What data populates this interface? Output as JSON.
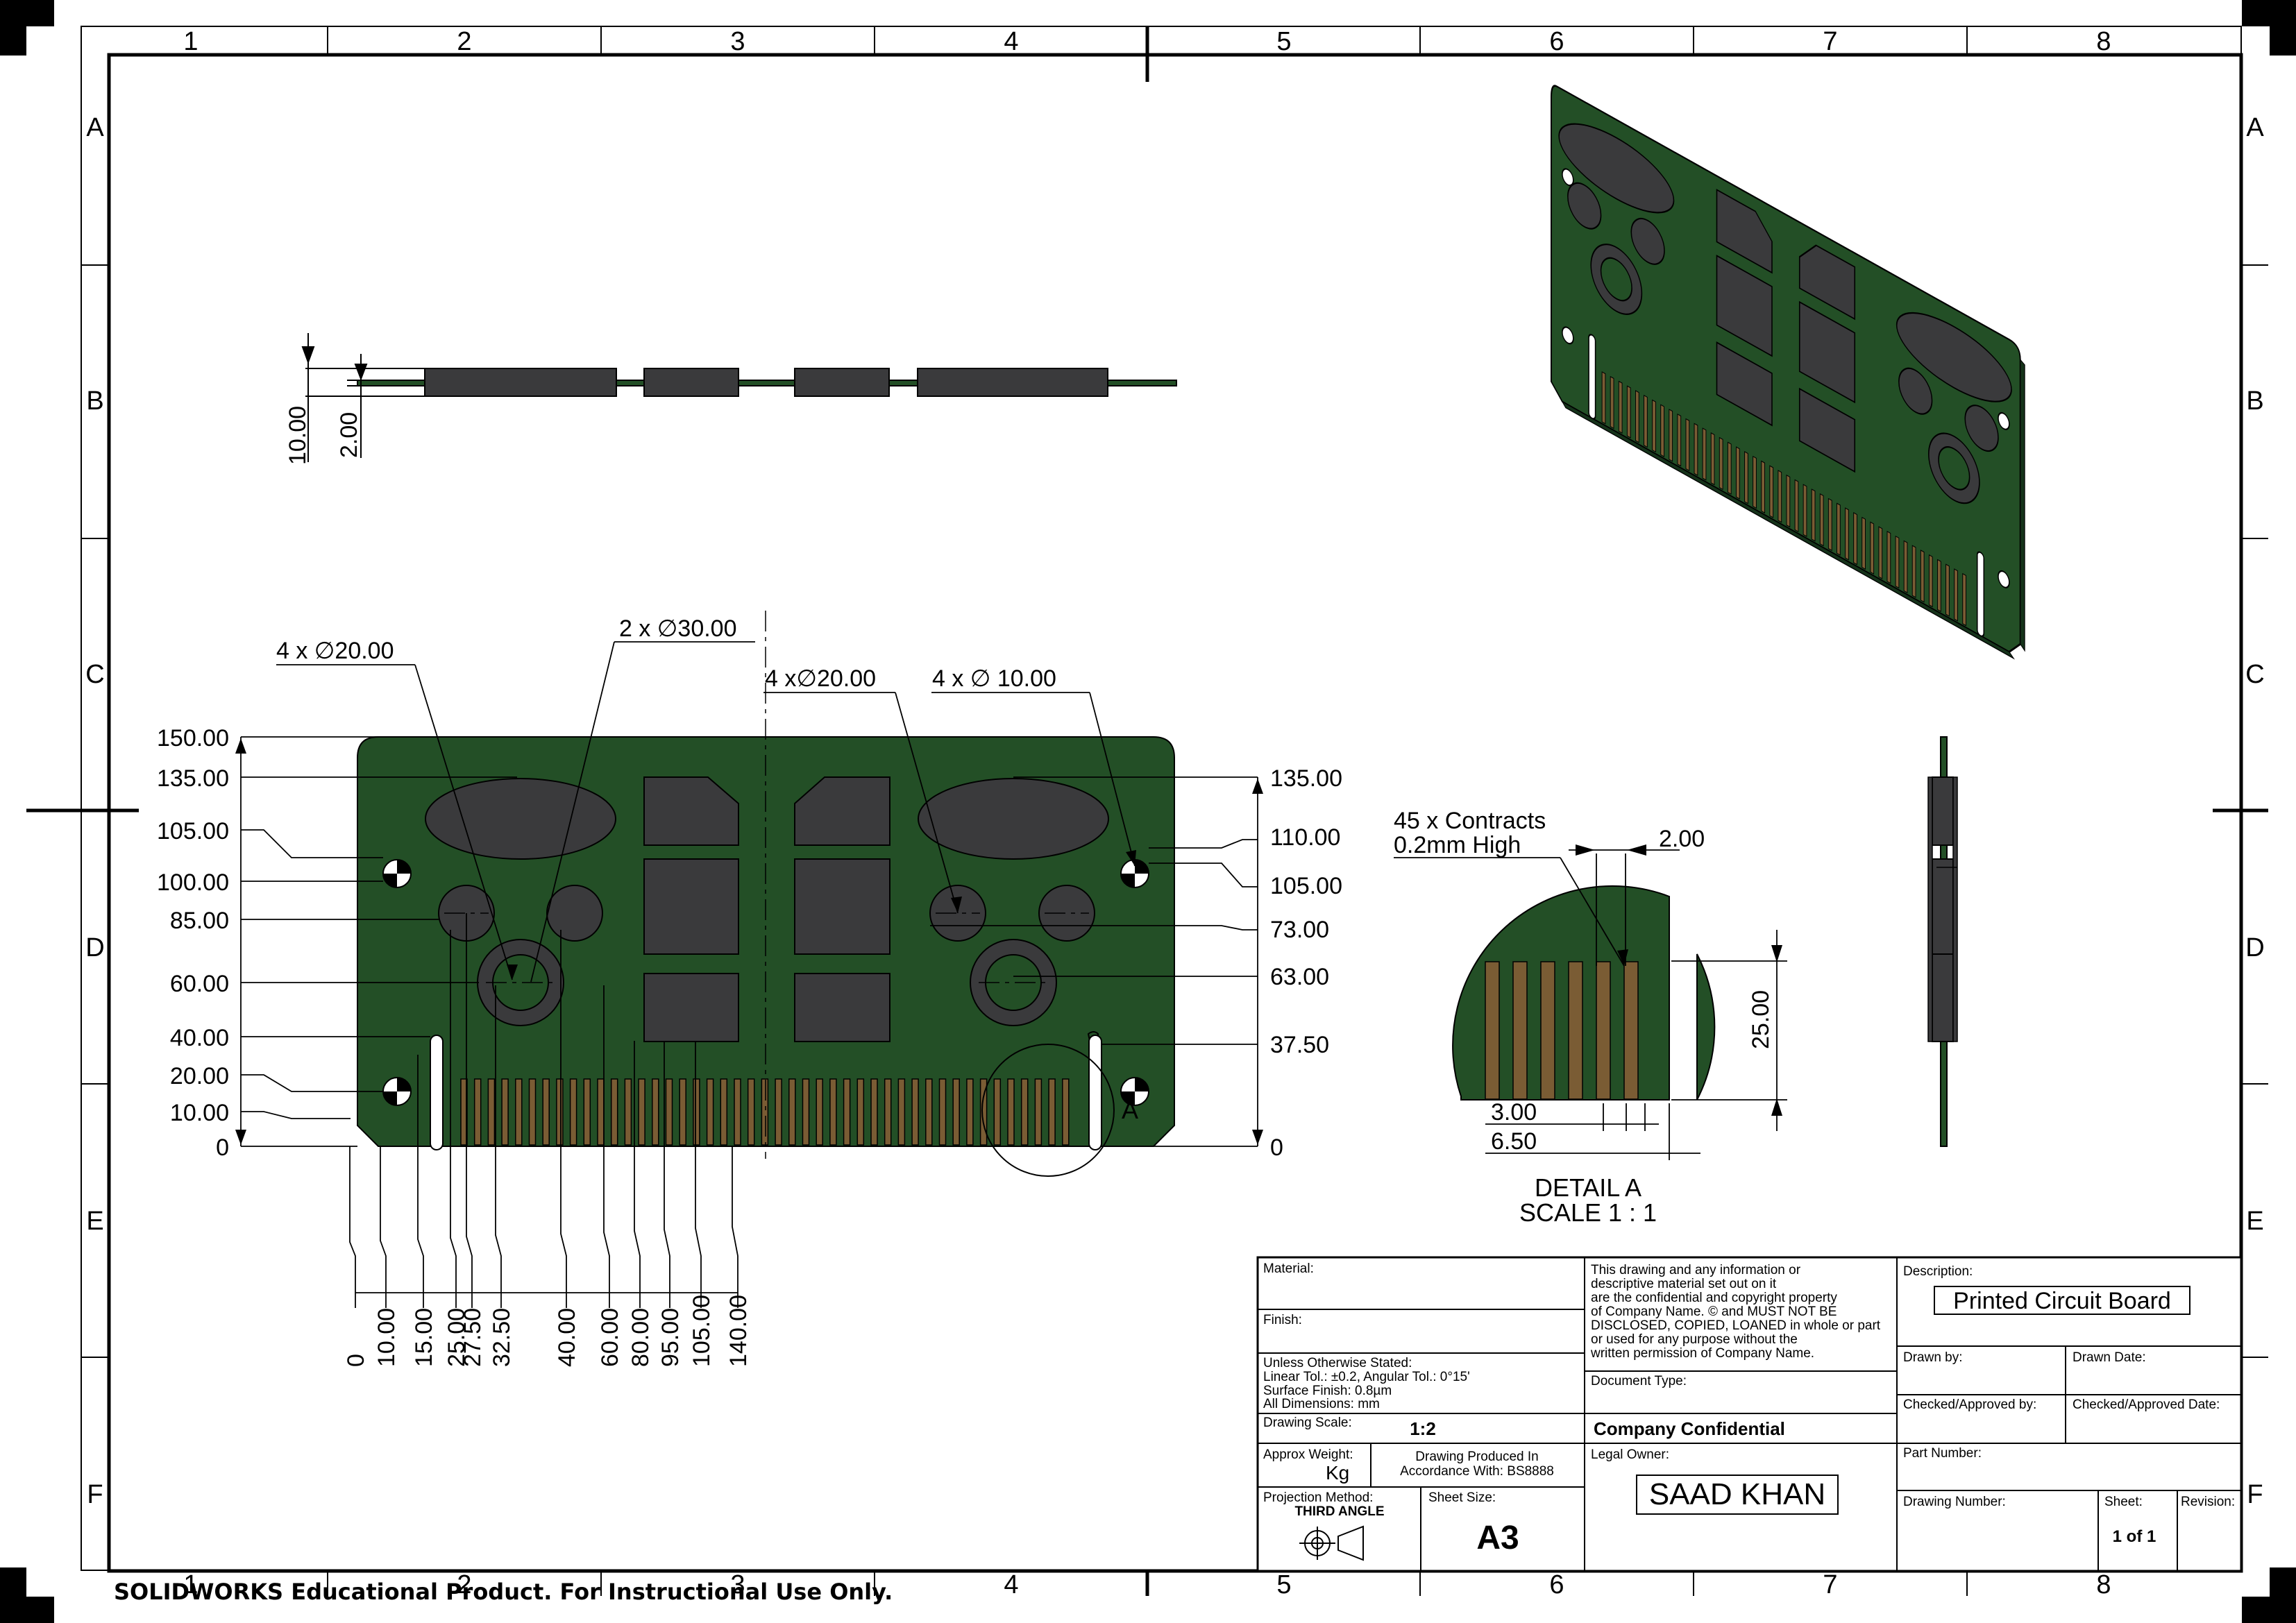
{
  "border": {
    "columns": [
      "1",
      "2",
      "3",
      "4",
      "5",
      "6",
      "7",
      "8"
    ],
    "rows": [
      "A",
      "B",
      "C",
      "D",
      "E",
      "F"
    ]
  },
  "colors": {
    "board": "#234f26",
    "component": "#3a3a3c",
    "contact": "#7a5c34",
    "line": "#000000"
  },
  "side_view": {
    "dim_thickness_total": "10.00",
    "dim_board": "2.00"
  },
  "callouts": {
    "holes_20_left": "4 x ∅20.00",
    "holes_30": "2 x ∅30.00",
    "holes_20_right": "4 x∅20.00",
    "holes_10": "4 x ∅ 10.00",
    "detail_marker": "A"
  },
  "vertical_dims_left": [
    "150.00",
    "135.00",
    "105.00",
    "100.00",
    "85.00",
    "60.00",
    "40.00",
    "20.00",
    "10.00",
    "0"
  ],
  "vertical_dims_right": [
    "135.00",
    "110.00",
    "105.00",
    "73.00",
    "63.00",
    "37.50",
    "0"
  ],
  "horizontal_dims": [
    "0",
    "10.00",
    "15.00",
    "25.00",
    "27.50",
    "32.50",
    "40.00",
    "60.00",
    "80.00",
    "95.00",
    "105.00",
    "140.00"
  ],
  "detail": {
    "note_line1": "45 x Contracts",
    "note_line2": "0.2mm High",
    "dim_width": "2.00",
    "dim_height": "25.00",
    "dim_pitch": "3.00",
    "dim_first": "6.50",
    "title": "DETAIL A",
    "scale": "SCALE 1 : 1"
  },
  "title_block": {
    "material_label": "Material:",
    "finish_label": "Finish:",
    "tolerance_line1": "Unless Otherwise Stated:",
    "tolerance_line2": "Linear Tol.: ±0.2, Angular Tol.: 0°15'",
    "tolerance_line3": "Surface Finish: 0.8µm",
    "tolerance_line4": "All Dimensions: mm",
    "scale_label": "Drawing Scale:",
    "scale_value": "1:2",
    "weight_label": "Approx Weight:",
    "weight_unit": "Kg",
    "standard_line1": "Drawing Produced In",
    "standard_line2": "Accordance With: BS8888",
    "projection_label": "Projection Method:",
    "projection_value": "THIRD ANGLE",
    "sheet_size_label": "Sheet Size:",
    "sheet_size_value": "A3",
    "confidential_lines": [
      "This drawing and any information or",
      "descriptive material set out on it",
      "are the confidential and copyright property",
      "of Company Name. © and MUST NOT BE",
      "DISCLOSED, COPIED, LOANED in whole or part",
      "or used for any purpose without the",
      "written permission of Company Name."
    ],
    "document_type_label": "Document Type:",
    "company_confidential": "Company Confidential",
    "legal_owner_label": "Legal Owner:",
    "legal_owner_value": "SAAD KHAN",
    "description_label": "Description:",
    "description_value": "Printed Circuit Board",
    "drawn_by_label": "Drawn by:",
    "drawn_date_label": "Drawn Date:",
    "checked_by_label": "Checked/Approved by:",
    "checked_date_label": "Checked/Approved Date:",
    "part_number_label": "Part Number:",
    "drawing_number_label": "Drawing Number:",
    "sheet_label": "Sheet:",
    "sheet_value": "1 of 1",
    "revision_label": "Revision:"
  },
  "watermark": "SOLIDWORKS Educational Product. For Instructional Use Only."
}
